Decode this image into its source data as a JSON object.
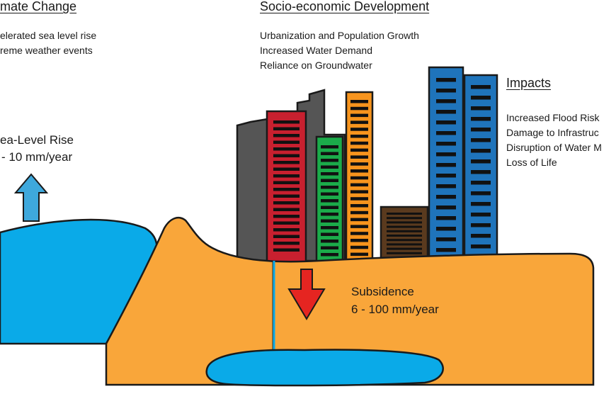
{
  "climate": {
    "title": "mate Change",
    "lines": [
      "elerated sea level rise",
      "reme weather events"
    ]
  },
  "socio": {
    "title": "Socio-economic Development",
    "lines": [
      "Urbanization and Population Growth",
      "Increased Water Demand",
      "Reliance on Groundwater"
    ]
  },
  "impacts": {
    "title": "Impacts",
    "lines": [
      "Increased Flood Risk",
      "Damage to Infrastruc",
      "Disruption of Water M",
      "Loss of Life"
    ]
  },
  "sea_level": {
    "title": "ea-Level Rise",
    "rate": "- 10 mm/year"
  },
  "subsidence": {
    "title": "Subsidence",
    "rate": "6 - 100 mm/year"
  },
  "colors": {
    "ground": "#f9a63a",
    "water": "#0aaae8",
    "arrow_up": "#3ea8dc",
    "arrow_down": "#e52521",
    "building_gray": "#555555",
    "building_red": "#c8202f",
    "building_green": "#1bab4a",
    "building_orange": "#f7941d",
    "building_brown": "#5a3a1e",
    "building_blue": "#1f74bb",
    "outline": "#1a1a1a"
  }
}
